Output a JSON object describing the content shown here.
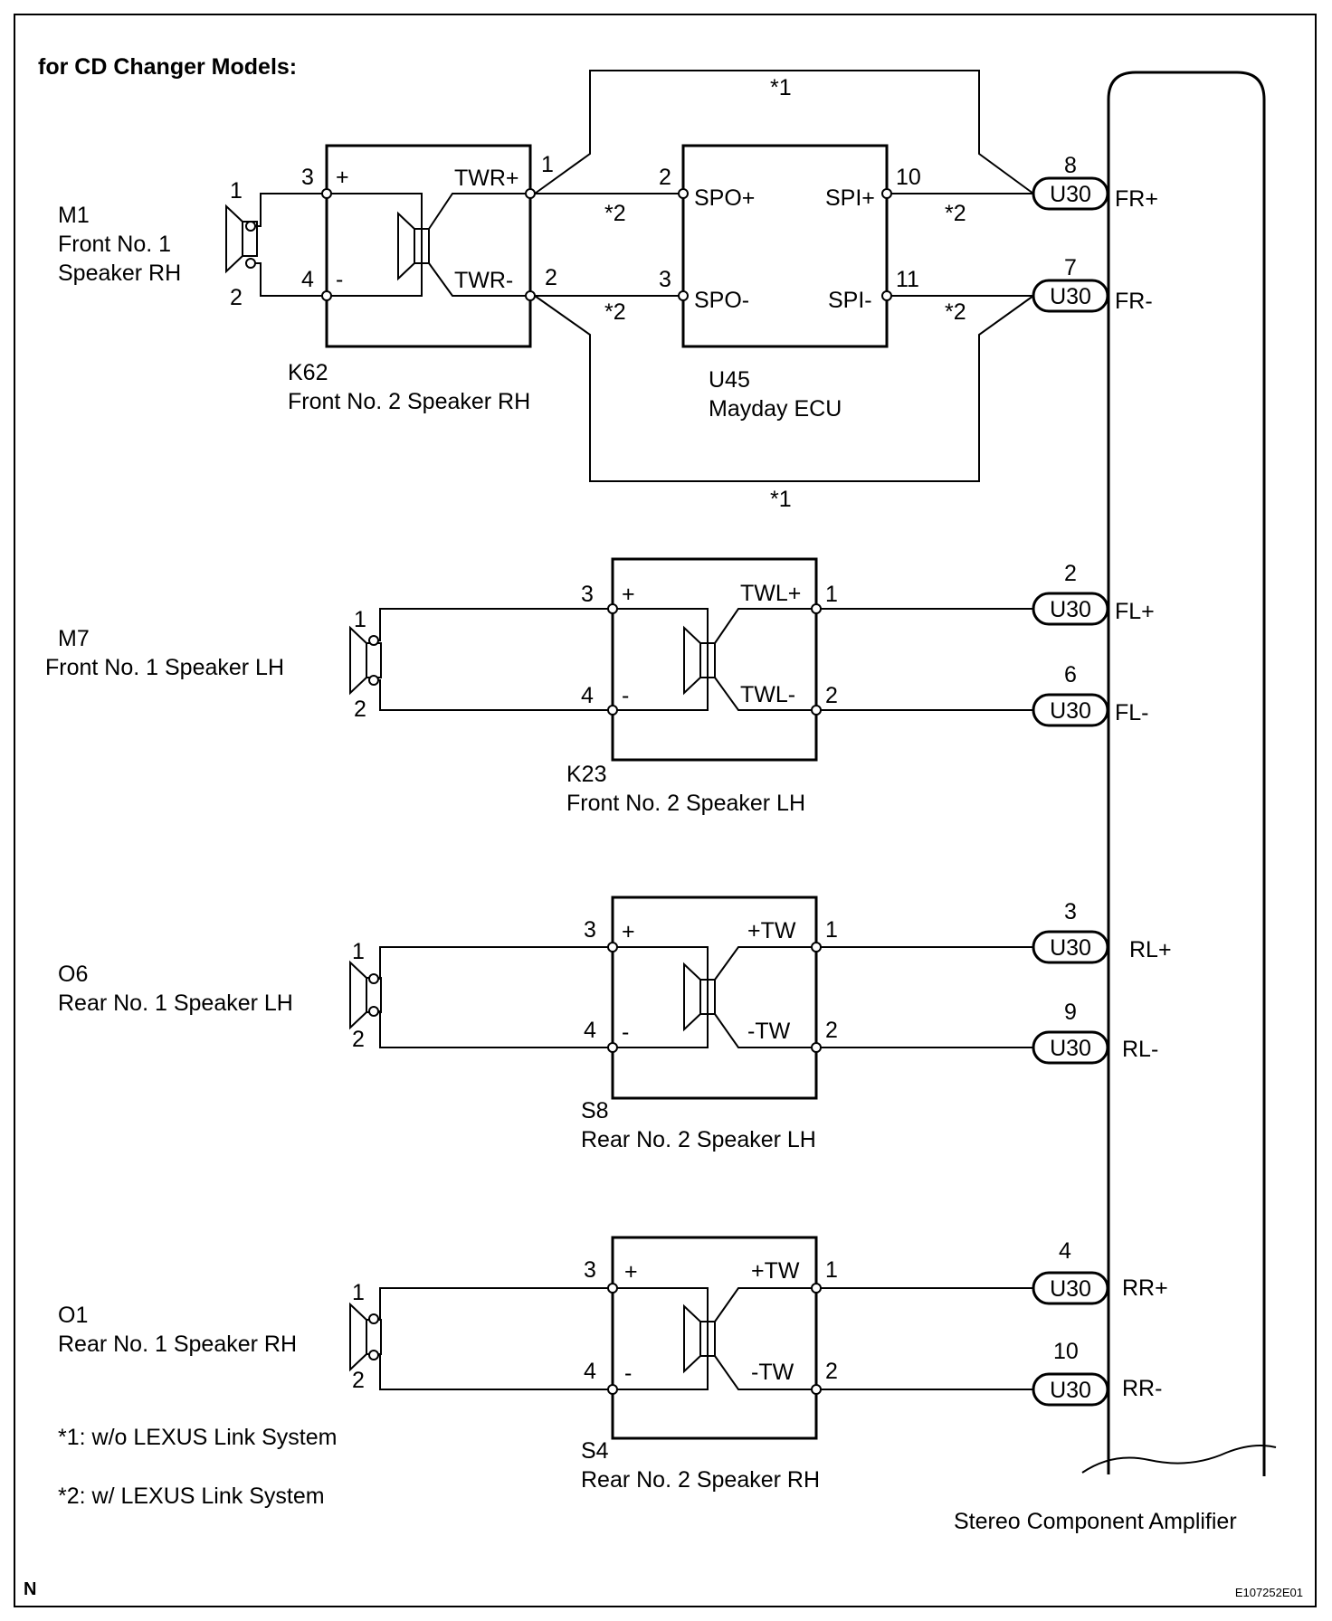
{
  "header": "for CD Changer Models:",
  "corner_left": "N",
  "corner_right": "E107252E01",
  "amplifier": {
    "name": "Stereo Component Amplifier",
    "connector": "U30"
  },
  "notes": [
    "*1: w/o LEXUS Link System",
    "*2: w/ LEXUS Link System"
  ],
  "marks": {
    "n1": "*1",
    "n2": "*2"
  },
  "mayday": {
    "code": "U45",
    "name": "Mayday ECU",
    "pins": [
      "2",
      "3",
      "10",
      "11"
    ],
    "labels": [
      "SPO+",
      "SPO-",
      "SPI+",
      "SPI-"
    ]
  },
  "pins": {
    "p1": "1",
    "p2": "2",
    "p3": "3",
    "p4": "4",
    "plus": "+",
    "minus": "-"
  },
  "groups": [
    {
      "woofer_code": "M1",
      "woofer_name1": "Front No. 1",
      "woofer_name2": "Speaker RH",
      "tweeter_code": "K62",
      "tweeter_name": "Front No. 2 Speaker RH",
      "tw_pos": "TWR+",
      "tw_neg": "TWR-",
      "amp_pos_pin": "8",
      "amp_neg_pin": "7",
      "amp_pos_sig": "FR+",
      "amp_neg_sig": "FR-"
    },
    {
      "woofer_code": "M7",
      "woofer_name": "Front No. 1 Speaker LH",
      "tweeter_code": "K23",
      "tweeter_name": "Front No. 2 Speaker LH",
      "tw_pos": "TWL+",
      "tw_neg": "TWL-",
      "amp_pos_pin": "2",
      "amp_neg_pin": "6",
      "amp_pos_sig": "FL+",
      "amp_neg_sig": "FL-"
    },
    {
      "woofer_code": "O6",
      "woofer_name": "Rear No. 1 Speaker LH",
      "tweeter_code": "S8",
      "tweeter_name": "Rear No. 2 Speaker LH",
      "tw_pos": "+TW",
      "tw_neg": "-TW",
      "amp_pos_pin": "3",
      "amp_neg_pin": "9",
      "amp_pos_sig": "RL+",
      "amp_neg_sig": "RL-"
    },
    {
      "woofer_code": "O1",
      "woofer_name": "Rear No. 1 Speaker RH",
      "tweeter_code": "S4",
      "tweeter_name": "Rear No. 2 Speaker RH",
      "tw_pos": "+TW",
      "tw_neg": "-TW",
      "amp_pos_pin": "4",
      "amp_neg_pin": "10",
      "amp_pos_sig": "RR+",
      "amp_neg_sig": "RR-"
    }
  ]
}
